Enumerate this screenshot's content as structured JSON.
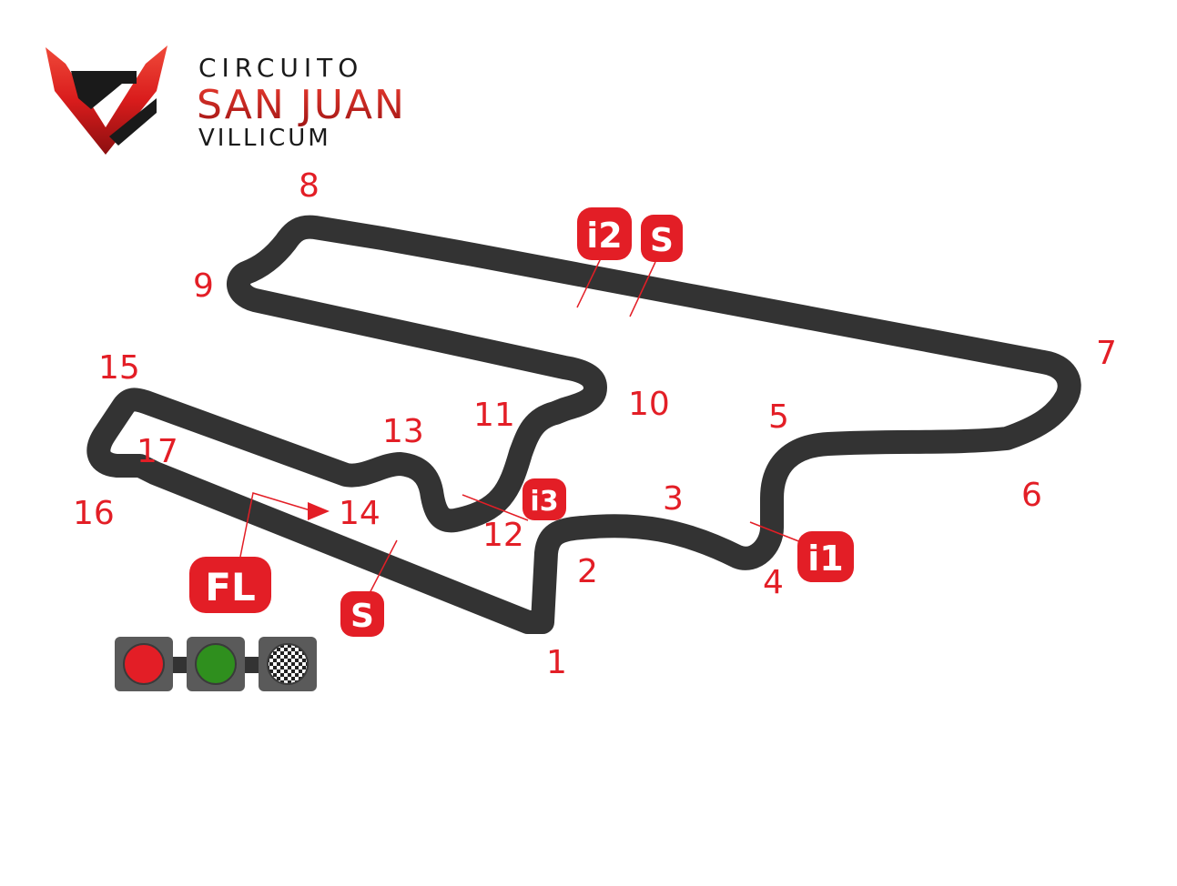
{
  "logo": {
    "line1": "CIRCUITO",
    "line2": "SAN JUAN",
    "line3": "VILLICUM"
  },
  "turns": [
    "1",
    "2",
    "3",
    "4",
    "5",
    "6",
    "7",
    "8",
    "9",
    "10",
    "11",
    "12",
    "13",
    "14",
    "15",
    "16",
    "17"
  ],
  "markers": {
    "intermediate_1": "i1",
    "intermediate_2": "i2",
    "intermediate_3": "i3",
    "speed_trap_1": "S",
    "speed_trap_2": "S",
    "finish_line": "FL"
  },
  "legend_icons": [
    "red-light-icon",
    "green-light-icon",
    "checkered-flag-icon"
  ],
  "colors": {
    "accent": "#e31e26",
    "track": "#333333",
    "legend_box": "#5a5a5a",
    "light_red": "#e31e26",
    "light_green": "#2f8f1e"
  }
}
